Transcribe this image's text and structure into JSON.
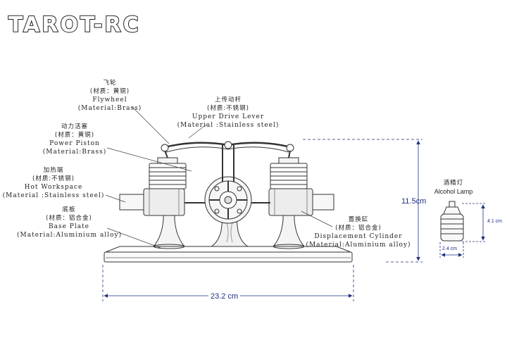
{
  "brand": {
    "logo_text": "TAROT-RC"
  },
  "callouts": {
    "flywheel": {
      "cn": "飞轮",
      "cn_material": "(材质：黄铜)",
      "en": "Flywheel",
      "en_material": "(Material:Brass)"
    },
    "upper_drive_lever": {
      "cn": "上传动杆",
      "cn_material": "(材质:不锈钢)",
      "en": "Upper Drive Lever",
      "en_material": "(Material :Stainless steel)"
    },
    "power_piston": {
      "cn": "动力活塞",
      "cn_material": "(材质：黄铜)",
      "en": "Power Piston",
      "en_material": "(Material:Brass)"
    },
    "hot_workspace": {
      "cn": "加热端",
      "cn_material": "(材质:不锈钢)",
      "en": "Hot Workspace",
      "en_material": "(Material :Stainless steel)"
    },
    "base_plate": {
      "cn": "底板",
      "cn_material": "(材质：铝合金)",
      "en": "Base Plate",
      "en_material": "(Material:Aluminium alloy)"
    },
    "displacement_cylinder": {
      "cn": "置换缸",
      "cn_material": "(材质：铝合金)",
      "en": "Displacement Cylinder",
      "en_material": "(Material:Aluminium alloy)"
    },
    "alcohol_lamp": {
      "cn": "酒精灯",
      "en": "Alcohol Lamp"
    }
  },
  "dimensions": {
    "engine_height": "11.5cm",
    "engine_width": "23.2 cm",
    "lamp_height": "4.1 cm",
    "lamp_width": "2.4 cm"
  },
  "colors": {
    "dimension": "#1e2f80",
    "line": "#333333",
    "text": "#222222"
  }
}
